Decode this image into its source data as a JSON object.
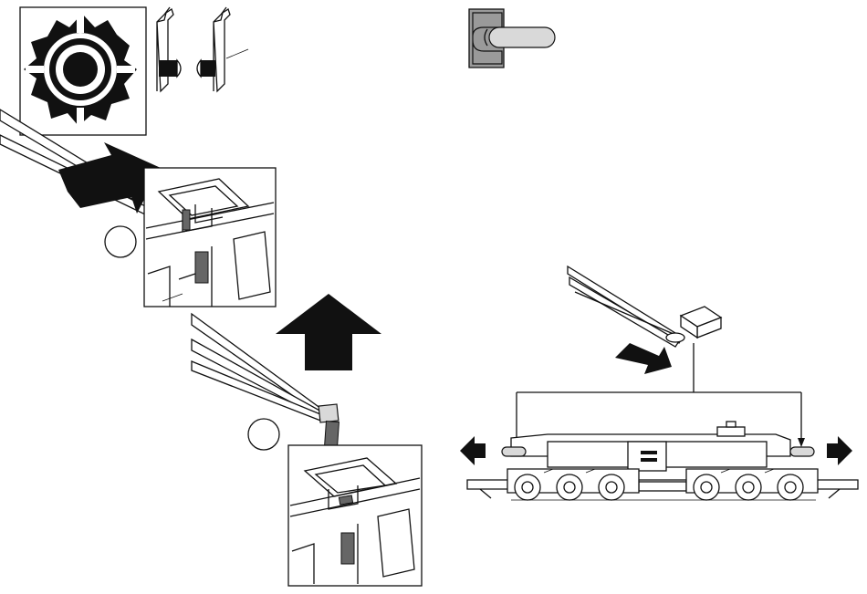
{
  "figure": {
    "steps": [
      {
        "id": "step-1",
        "label": ""
      },
      {
        "id": "step-2",
        "label": ""
      }
    ],
    "callouts": [],
    "colors": {
      "ink": "#111111",
      "paper": "#ffffff",
      "gray_fill": "#9a9a9a",
      "light_gray": "#d9d9d9",
      "shade": "#666666"
    },
    "arrows": [
      "insert-arrow",
      "lift-arrow",
      "push-arrow",
      "left-arrow",
      "right-arrow"
    ]
  }
}
